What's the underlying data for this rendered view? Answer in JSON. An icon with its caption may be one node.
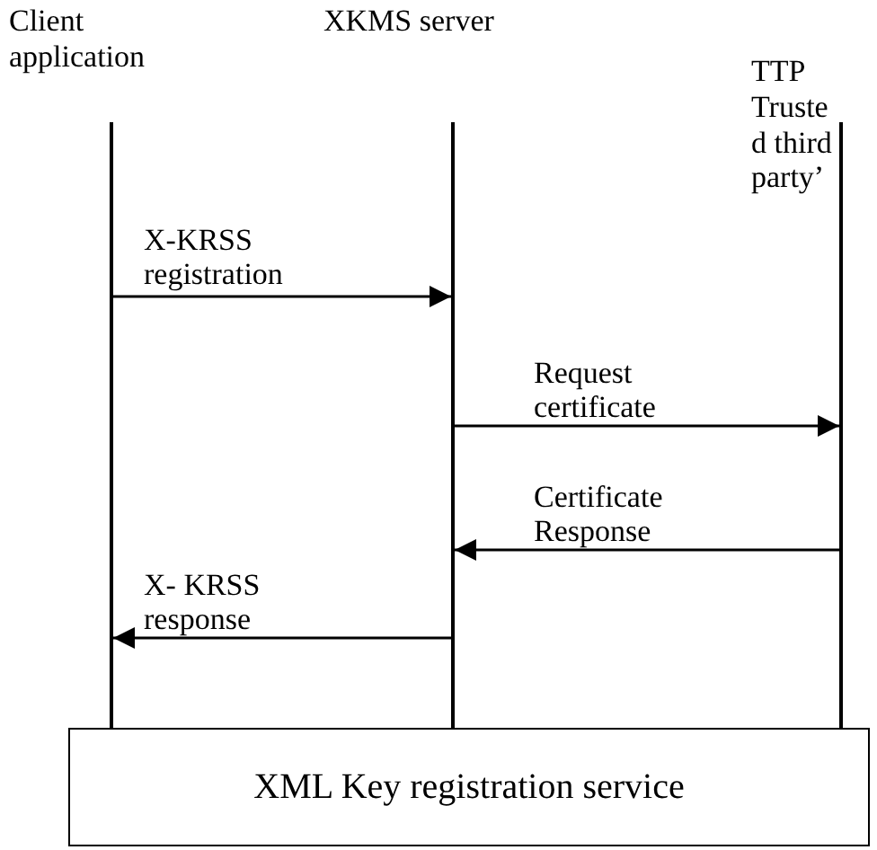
{
  "diagram": {
    "nodes": [
      {
        "text": [],
        "shape": "bar",
        "beside": [
          "Client application"
        ]
      },
      {
        "text": [],
        "shape": "bar",
        "beside": [
          "XKMS server"
        ]
      },
      {
        "text": [],
        "shape": "bar",
        "beside": [
          "TTP",
          "Truste d third party’"
        ]
      },
      {
        "text": [
          "XML Key registration service"
        ]
      }
    ],
    "edges": [
      {
        "from": 0,
        "to": 1,
        "arrow": "to",
        "label": "X-KRSS registration"
      },
      {
        "from": 1,
        "to": 2,
        "arrow": "to",
        "label": "Request certificate"
      },
      {
        "from": 2,
        "to": 1,
        "arrow": "to",
        "label": "Certificate Response"
      },
      {
        "from": 1,
        "to": 0,
        "arrow": "to",
        "label": "X- KRSS response"
      }
    ]
  }
}
